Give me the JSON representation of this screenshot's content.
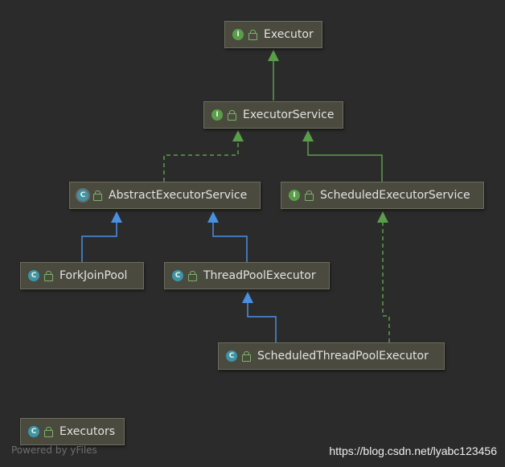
{
  "nodes": {
    "executor": {
      "label": "Executor",
      "kind": "I"
    },
    "executor_service": {
      "label": "ExecutorService",
      "kind": "I"
    },
    "abstract_executor_service": {
      "label": "AbstractExecutorService",
      "kind": "C"
    },
    "scheduled_executor_service": {
      "label": "ScheduledExecutorService",
      "kind": "I"
    },
    "fork_join_pool": {
      "label": "ForkJoinPool",
      "kind": "C"
    },
    "thread_pool_executor": {
      "label": "ThreadPoolExecutor",
      "kind": "C"
    },
    "scheduled_thread_pool_executor": {
      "label": "ScheduledThreadPoolExecutor",
      "kind": "C"
    },
    "executors": {
      "label": "Executors",
      "kind": "C"
    }
  },
  "footer": {
    "powered_by": "Powered by yFiles"
  },
  "watermark": "https://blog.csdn.net/lyabc123456",
  "colors": {
    "interface_arrow": "#5a9e4a",
    "class_arrow": "#4a90e2",
    "background": "#2b2b2b"
  }
}
